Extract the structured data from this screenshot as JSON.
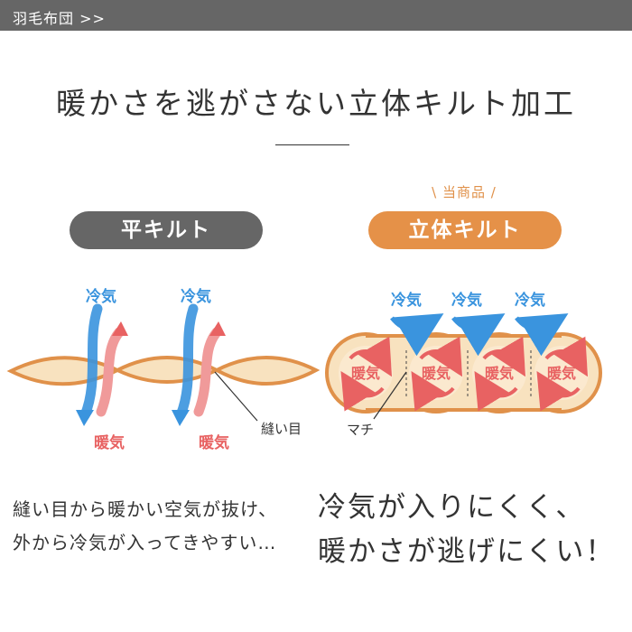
{
  "header": {
    "breadcrumb": "羽毛布団 >>"
  },
  "title": "暖かさを逃がさない立体キルト加工",
  "comparison": {
    "left": {
      "label": "平キルト",
      "cold_labels": [
        "冷気",
        "冷気"
      ],
      "warm_labels": [
        "暖気",
        "暖気"
      ],
      "seam_label": "縫い目",
      "description_lines": [
        "縫い目から暖かい空気が抜け、",
        "外から冷気が入ってきやすい…"
      ]
    },
    "right": {
      "note": "\\ 当商品 /",
      "label": "立体キルト",
      "cold_labels": [
        "冷気",
        "冷気",
        "冷気"
      ],
      "cell_labels": [
        "暖気",
        "暖気",
        "暖気",
        "暖気"
      ],
      "gusset_label": "マチ",
      "description_lines": [
        "冷気が入りにくく、",
        "暖かさが逃げにくい！"
      ]
    }
  },
  "colors": {
    "header_bg": "#666666",
    "flat_pill": "#666666",
    "gusset_pill": "#e59148",
    "quilt_outline": "#e0914a",
    "quilt_fill": "#f8e2bf",
    "cold": "#3a94de",
    "warm": "#e86262"
  }
}
